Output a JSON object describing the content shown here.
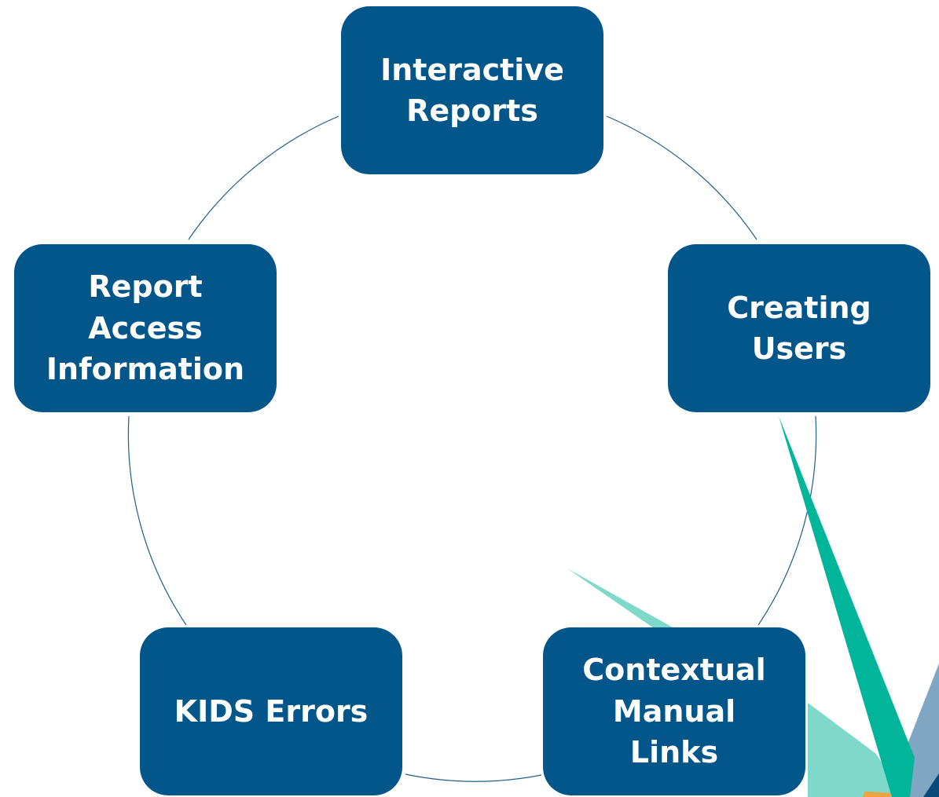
{
  "diagram": {
    "type": "cycle",
    "nodes": [
      {
        "label": "Interactive\nReports"
      },
      {
        "label": "Creating\nUsers"
      },
      {
        "label": "Contextual\nManual\nLinks"
      },
      {
        "label": "KIDS Errors"
      },
      {
        "label": "Report\nAccess\nInformation"
      }
    ],
    "colors": {
      "node_fill": "#03568a",
      "node_text": "#ffffff",
      "connector": "#1f5f85",
      "accent_teal": "#00b59a",
      "accent_mint": "#7fd9ca",
      "accent_steel": "#7fa6c2",
      "accent_orange": "#f2a33a"
    }
  }
}
